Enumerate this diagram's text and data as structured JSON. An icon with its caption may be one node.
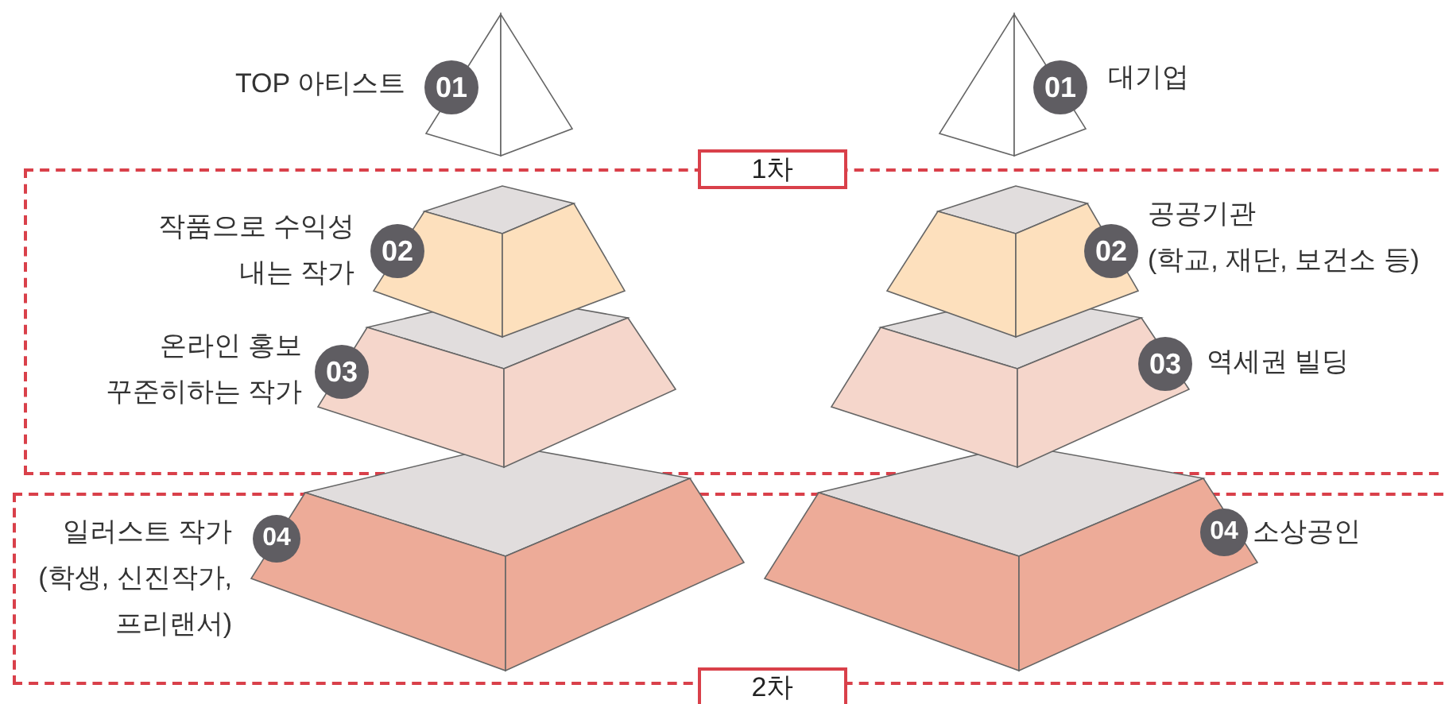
{
  "diagram": {
    "nodes": [
      {
        "text": [
          "01"
        ],
        "beside": [
          "TOP 아티스트"
        ]
      },
      {
        "text": [
          "01"
        ],
        "beside": [
          "대기업"
        ]
      },
      {
        "text": [
          "1차"
        ]
      },
      {
        "text": [
          "02"
        ],
        "beside": [
          "작품으로 수익성 내는 작가"
        ],
        "in": 2
      },
      {
        "text": [
          "02"
        ],
        "beside": [
          "공공기관 (학교, 재단, 보건소 등)"
        ],
        "in": 2
      },
      {
        "text": [
          "03"
        ],
        "beside": [
          "온라인 홍보 꾸준히하는 작가"
        ],
        "in": 2
      },
      {
        "text": [
          "03"
        ],
        "beside": [
          "역세권 빌딩"
        ],
        "in": 2
      },
      {
        "text": [
          "2차"
        ]
      },
      {
        "text": [
          "04"
        ],
        "beside": [
          "일러스트 작가 (학생, 신진작가, 프리랜서)"
        ],
        "in": 7
      },
      {
        "text": [
          "04"
        ],
        "beside": [
          "소상공인"
        ],
        "in": 7
      }
    ],
    "edges": []
  }
}
